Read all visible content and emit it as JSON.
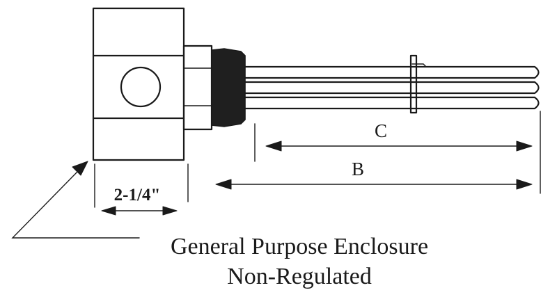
{
  "labels": {
    "dimension_c": "C",
    "dimension_b": "B",
    "enclosure_width": "2-1/4\"",
    "caption_line1": "General Purpose Enclosure",
    "caption_line2": "Non-Regulated"
  }
}
